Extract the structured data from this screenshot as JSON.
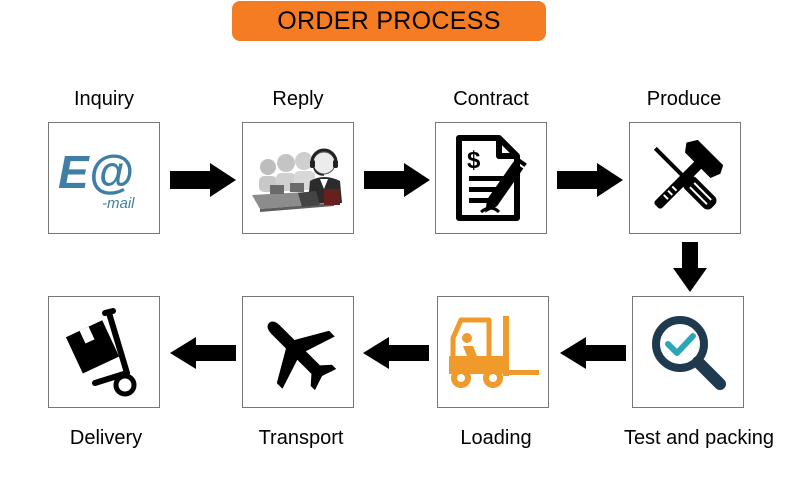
{
  "title": "ORDER PROCESS",
  "steps": [
    {
      "label": "Inquiry",
      "icon": "email-icon",
      "icon_text_main": "E@",
      "icon_text_sub": "-mail"
    },
    {
      "label": "Reply",
      "icon": "customer-service-icon"
    },
    {
      "label": "Contract",
      "icon": "contract-icon"
    },
    {
      "label": "Produce",
      "icon": "tools-icon"
    },
    {
      "label": "Test and packing",
      "icon": "inspection-icon"
    },
    {
      "label": "Loading",
      "icon": "forklift-icon"
    },
    {
      "label": "Transport",
      "icon": "airplane-icon"
    },
    {
      "label": "Delivery",
      "icon": "hand-truck-icon"
    }
  ],
  "colors": {
    "accent": "#f57c22",
    "email_blue": "#3f7fa6",
    "magnifier_navy": "#1f3a4f",
    "check_teal": "#2aa6b8",
    "forklift_orange": "#f09a2c",
    "arrow": "#000000"
  }
}
